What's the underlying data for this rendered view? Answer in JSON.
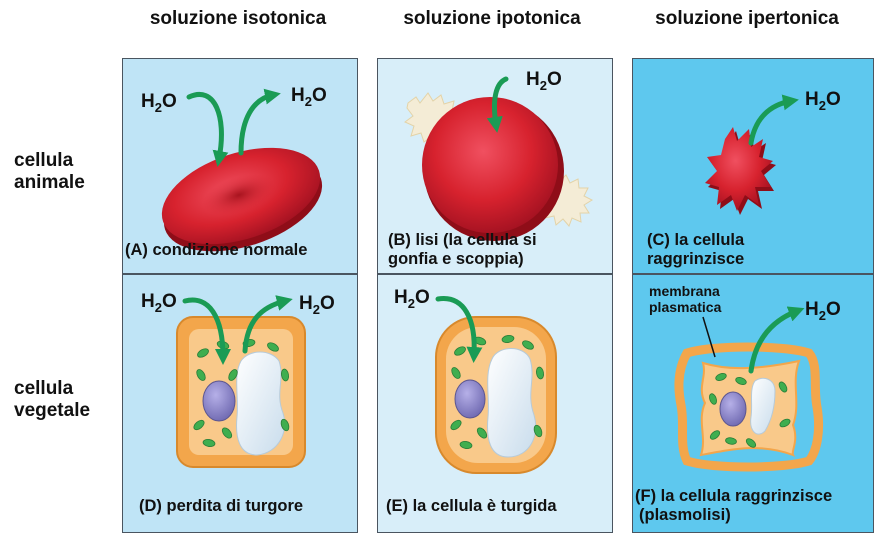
{
  "headers": {
    "isotonic": "soluzione isotonica",
    "hypotonic": "soluzione ipotonica",
    "hypertonic": "soluzione ipertonica"
  },
  "rows": {
    "animal": [
      "cellula",
      "animale"
    ],
    "plant": [
      "cellula",
      "vegetale"
    ]
  },
  "water": {
    "main": "H",
    "sub": "2",
    "end": "O"
  },
  "captions": {
    "A": [
      "(A) condizione normale"
    ],
    "B": [
      "(B) lisi (la cellula si",
      "gonfia e scoppia)"
    ],
    "C": [
      "(C) la cellula",
      "raggrinzisce"
    ],
    "D": [
      "(D) perdita di turgore"
    ],
    "E": [
      "(E) la cellula è turgida"
    ],
    "F": [
      "(F) la cellula raggrinzisce",
      "(plasmolisi)"
    ]
  },
  "membrane_label": [
    "membrana",
    "plasmatica"
  ],
  "colors": {
    "isotonic_bg": "#bfe4f6",
    "hypotonic_bg": "#d8eef9",
    "hypertonic_bg": "#5ec8ee",
    "red_cell": "#d7222e",
    "arrow": "#1a9b55",
    "cell_wall": "#f3a64b",
    "cytoplasm": "#f9c98a",
    "chloroplast": "#3fae4f",
    "nucleus": "#8a84c6",
    "vacuole": "#eef5fb"
  }
}
